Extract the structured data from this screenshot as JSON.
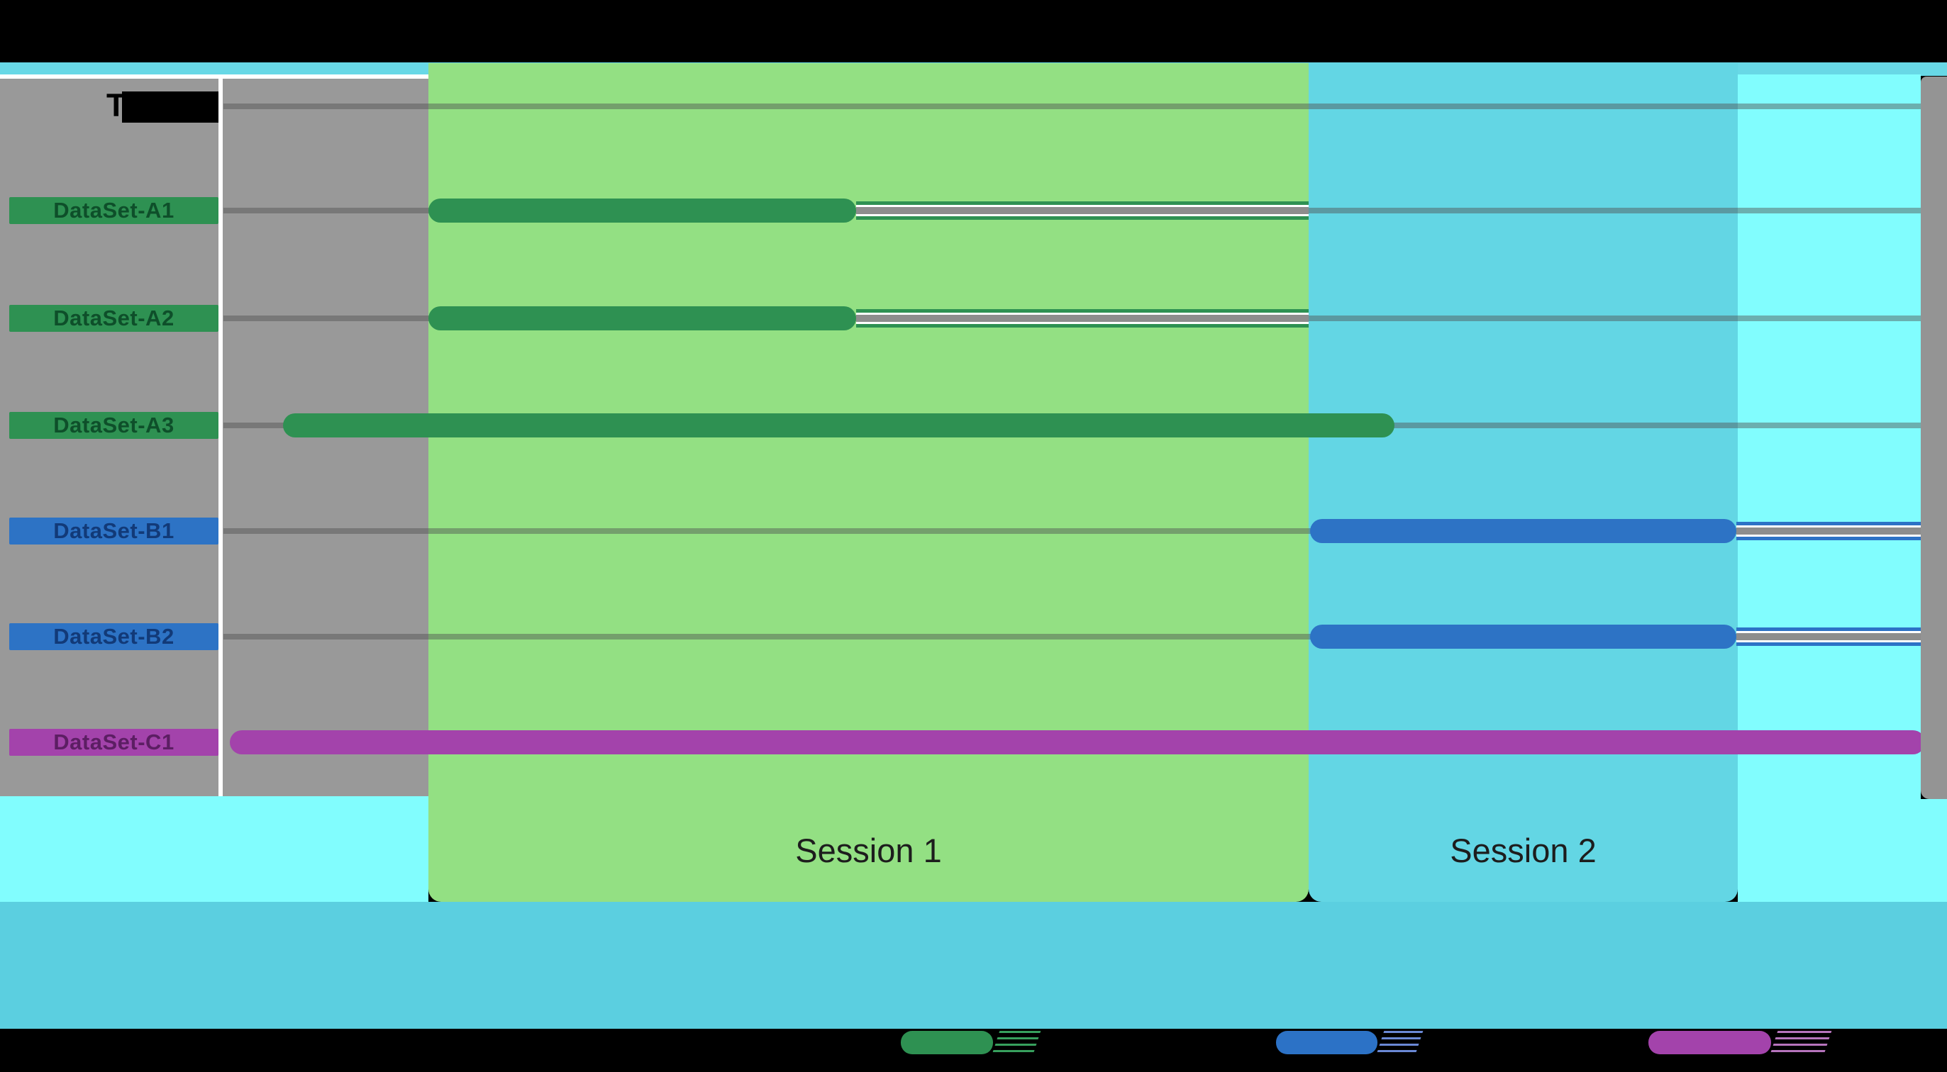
{
  "header": {
    "visible_text": "T",
    "redacted": true
  },
  "rows": [
    {
      "label": "DataSet-A1",
      "box_color": "#2e9152",
      "text_color": "#0e4f2a"
    },
    {
      "label": "DataSet-A2",
      "box_color": "#2e9152",
      "text_color": "#0e4f2a"
    },
    {
      "label": "DataSet-A3",
      "box_color": "#2e9152",
      "text_color": "#0e4f2a"
    },
    {
      "label": "DataSet-B1",
      "box_color": "#2d73c5",
      "text_color": "#123a78"
    },
    {
      "label": "DataSet-B2",
      "box_color": "#2d73c5",
      "text_color": "#123a78"
    },
    {
      "label": "DataSet-C1",
      "box_color": "#a343ab",
      "text_color": "#5c1e63"
    }
  ],
  "sessions": [
    {
      "label": "Session 1",
      "band_color": "#93e083"
    },
    {
      "label": "Session 2",
      "band_color": "#63d6e4"
    }
  ],
  "legend": [
    {
      "label": "",
      "marker_color": "#2e9152"
    },
    {
      "label": "",
      "marker_color": "#2c72c6"
    },
    {
      "label": "",
      "marker_color": "#a343ab"
    }
  ],
  "colors": {
    "background": "#000000",
    "top_strip": "#68d8e6",
    "plot_gray": "#999999",
    "bright_cyan_panel": "#81fdfe",
    "teal_bottom_band": "#5bcfe0",
    "green_bar": "#2e9152",
    "blue_bar": "#2c72c6",
    "purple_bar": "#a343ab",
    "gridline": "#6e6e6e"
  },
  "chart_data": {
    "type": "gantt",
    "title": "",
    "x_axis_ticks": "not visible (covered)",
    "row_order_top_to_bottom": [
      "T (redacted header row)",
      "DataSet-A1",
      "DataSet-A2",
      "DataSet-A3",
      "DataSet-B1",
      "DataSet-B2",
      "DataSet-C1"
    ],
    "axis_range_pct": [
      0,
      100
    ],
    "sessions": [
      {
        "label": "Session 1",
        "start_pct": 12.2,
        "end_pct": 64.0,
        "color": "#93e083"
      },
      {
        "label": "Session 2",
        "start_pct": 64.1,
        "end_pct": 89.2,
        "color": "#63d6e4"
      }
    ],
    "tasks": [
      {
        "name": "DataSet-A1",
        "start_pct": 12.2,
        "end_pct": 37.4,
        "color": "#2e9152",
        "thin_track_to_pct": 64.0
      },
      {
        "name": "DataSet-A2",
        "start_pct": 12.2,
        "end_pct": 37.4,
        "color": "#2e9152",
        "thin_track_to_pct": 64.0
      },
      {
        "name": "DataSet-A3",
        "start_pct": 3.7,
        "end_pct": 69.0,
        "color": "#2e9152"
      },
      {
        "name": "DataSet-B1",
        "start_pct": 64.1,
        "end_pct": 89.1,
        "color": "#2c72c6",
        "thin_track_to_pct": 100
      },
      {
        "name": "DataSet-B2",
        "start_pct": 64.1,
        "end_pct": 89.1,
        "color": "#2c72c6",
        "thin_track_to_pct": 100
      },
      {
        "name": "DataSet-C1",
        "start_pct": 0.5,
        "end_pct": 100,
        "color": "#a343ab"
      }
    ],
    "legend_markers": [
      "#2e9152",
      "#2c72c6",
      "#a343ab"
    ],
    "legend_labels_visible": false,
    "grid": true,
    "legend_position": "bottom"
  }
}
